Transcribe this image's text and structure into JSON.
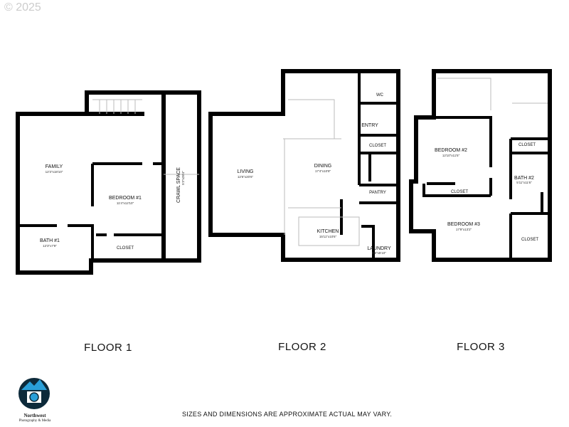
{
  "copyright": "© 2025",
  "floors": [
    {
      "label": "FLOOR 1",
      "rooms": [
        {
          "name": "FAMILY",
          "dims": "12'3\"x18'10\""
        },
        {
          "name": "BEDROOM #1",
          "dims": "11'4\"x12'10\""
        },
        {
          "name": "CRAWL SPACE",
          "dims": "5'3\"x28'4\""
        },
        {
          "name": "BATH #1",
          "dims": "12'3\"x7'9\""
        },
        {
          "name": "CLOSET",
          "dims": ""
        }
      ]
    },
    {
      "label": "FLOOR 2",
      "rooms": [
        {
          "name": "LIVING",
          "dims": "12'6\"x20'6\""
        },
        {
          "name": "DINING",
          "dims": "17'4\"x10'8\""
        },
        {
          "name": "KITCHEN",
          "dims": "15'11\"x10'6\""
        },
        {
          "name": "ENTRY",
          "dims": ""
        },
        {
          "name": "CLOSET",
          "dims": ""
        },
        {
          "name": "PANTRY",
          "dims": ""
        },
        {
          "name": "LAUNDRY",
          "dims": "5'8\"x5'10\""
        },
        {
          "name": "WC",
          "dims": ""
        }
      ]
    },
    {
      "label": "FLOOR 3",
      "rooms": [
        {
          "name": "BEDROOM #2",
          "dims": "12'10\"x11'5\""
        },
        {
          "name": "BEDROOM #3",
          "dims": "17'9\"x13'2\""
        },
        {
          "name": "BATH #2",
          "dims": "5'11\"x11'6\""
        },
        {
          "name": "CLOSET",
          "dims": ""
        },
        {
          "name": "CLOSET",
          "dims": ""
        },
        {
          "name": "CLOSET",
          "dims": ""
        }
      ]
    }
  ],
  "logo": {
    "line1": "Northwest",
    "line2": "Photography & Media",
    "colors": {
      "sky": "#2a9fd8",
      "dark": "#0d2a3a"
    }
  },
  "disclaimer": "SIZES AND DIMENSIONS ARE APPROXIMATE ACTUAL MAY VARY."
}
